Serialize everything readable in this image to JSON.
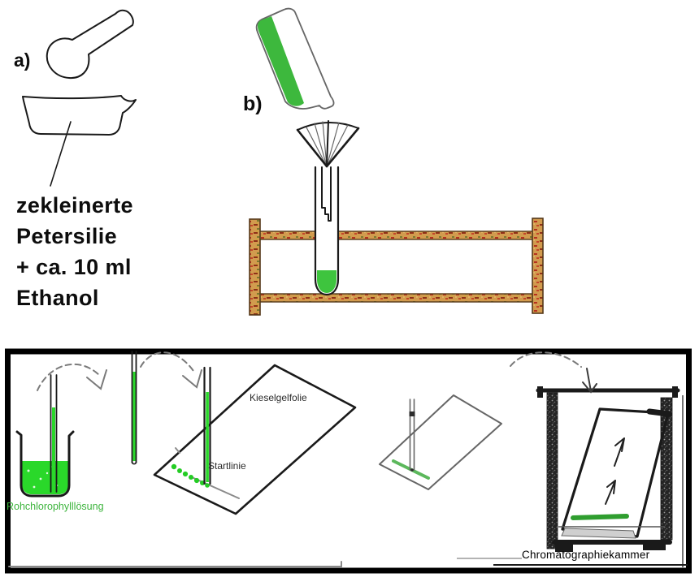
{
  "colors": {
    "ink": "#1a1a1a",
    "gray-line": "#7a7a7a",
    "bright-green": "#2ad82a",
    "tube-green": "#3ec43e",
    "stripe-green": "#3db83d",
    "spot-green": "#24cc24",
    "sample-line-green": "#5cb85c",
    "chamber-green": "#2f9e2f",
    "label-green": "#3cb43c",
    "solvent-gray": "#cfcfcf",
    "wood-tan": "#d29b4e",
    "wood-red": "#b5311f",
    "wood-dark": "#55381a",
    "frame-black": "#000000"
  },
  "top_section": {
    "step_a_label": "a)",
    "step_b_label": "b)",
    "mortar_note": "zekleinerte\nPetersilie\n+ ca. 10 ml\nEthanol"
  },
  "bottom_panel": {
    "solution_label": "Rohchlorophylllösung",
    "plate_label": "Kieselgelfolie",
    "startline_label": "Startlinie",
    "chamber_label": "Chromatographiekammer"
  }
}
